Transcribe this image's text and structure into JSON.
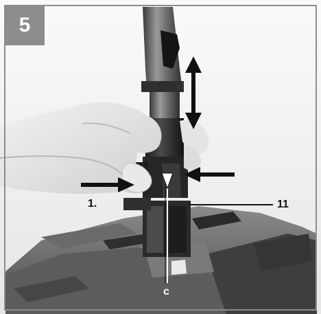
{
  "figure": {
    "step_number": "5",
    "callouts": {
      "step_marker": "1.",
      "part_number": "11",
      "detail_letter": "c"
    },
    "icons": [
      "press-arrow-icon",
      "press-arrow-icon",
      "up-down-arrow-icon"
    ],
    "colors": {
      "badge": "#8c8c8c",
      "frame": "#8c8c8c",
      "arrow": "#111111"
    }
  }
}
